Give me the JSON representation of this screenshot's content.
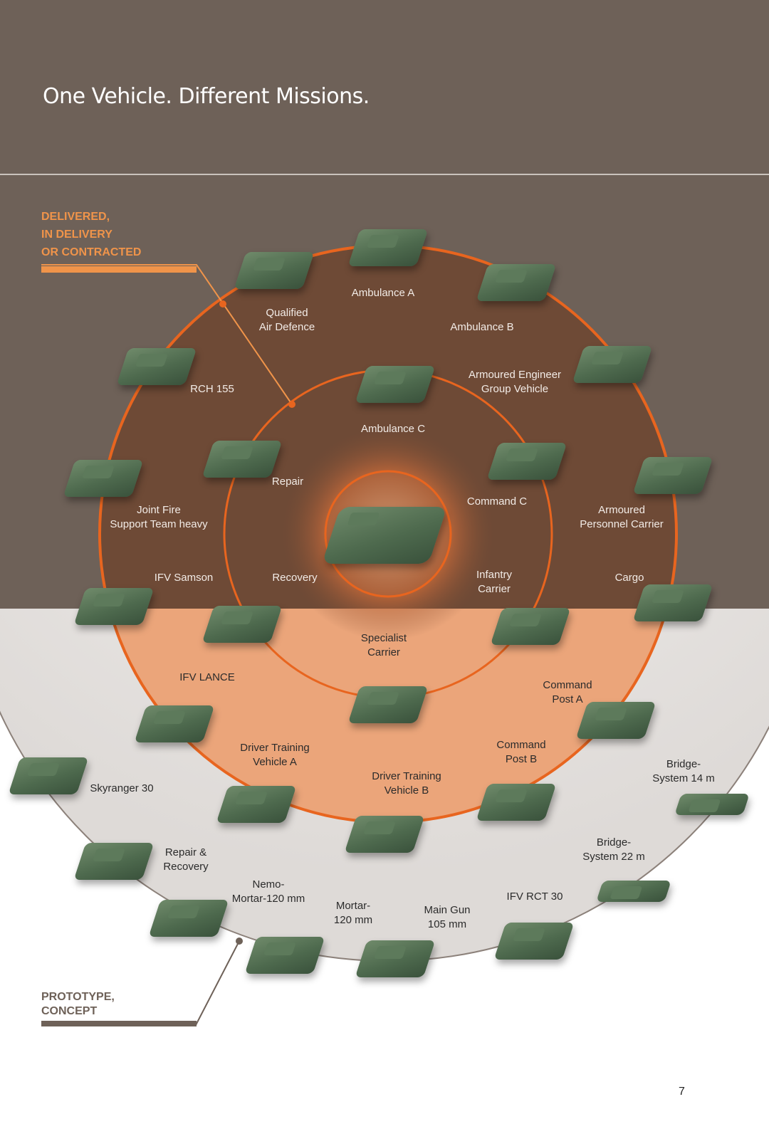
{
  "title": "One Vehicle. Different Missions.",
  "legend": {
    "delivered": [
      "DELIVERED,",
      "IN DELIVERY",
      "OR CONTRACTED"
    ],
    "prototype": [
      "PROTOTYPE,",
      "CONCEPT"
    ]
  },
  "labels": [
    "Qualified\nAir Defence",
    "Ambulance A",
    "Ambulance B",
    "Armoured Engineer\nGroup Vehicle",
    "RCH 155",
    "Ambulance C",
    "Repair",
    "Command C",
    "Joint Fire\nSupport Team heavy",
    "Armoured\nPersonnel Carrier",
    "IFV Samson",
    "Recovery",
    "Infantry\nCarrier",
    "Cargo",
    "Specialist\nCarrier",
    "IFV LANCE",
    "Command\nPost A",
    "Driver Training\nVehicle A",
    "Command\nPost B",
    "Driver Training\nVehicle B",
    "Skyranger 30",
    "Bridge-\nSystem 14 m",
    "Repair &\nRecovery",
    "Bridge-\nSystem 22 m",
    "Nemo-\nMortar-120 mm",
    "IFV RCT 30",
    "Mortar-\n120 mm",
    "Main Gun\n105 mm"
  ],
  "page_number": "7",
  "colors": {
    "header_brown": "#6e6158",
    "ring_orange": "#e8651f",
    "disc_brown": "#6e4a36",
    "disc_peach": "#eba57a",
    "legend_orange": "#f0944a"
  }
}
